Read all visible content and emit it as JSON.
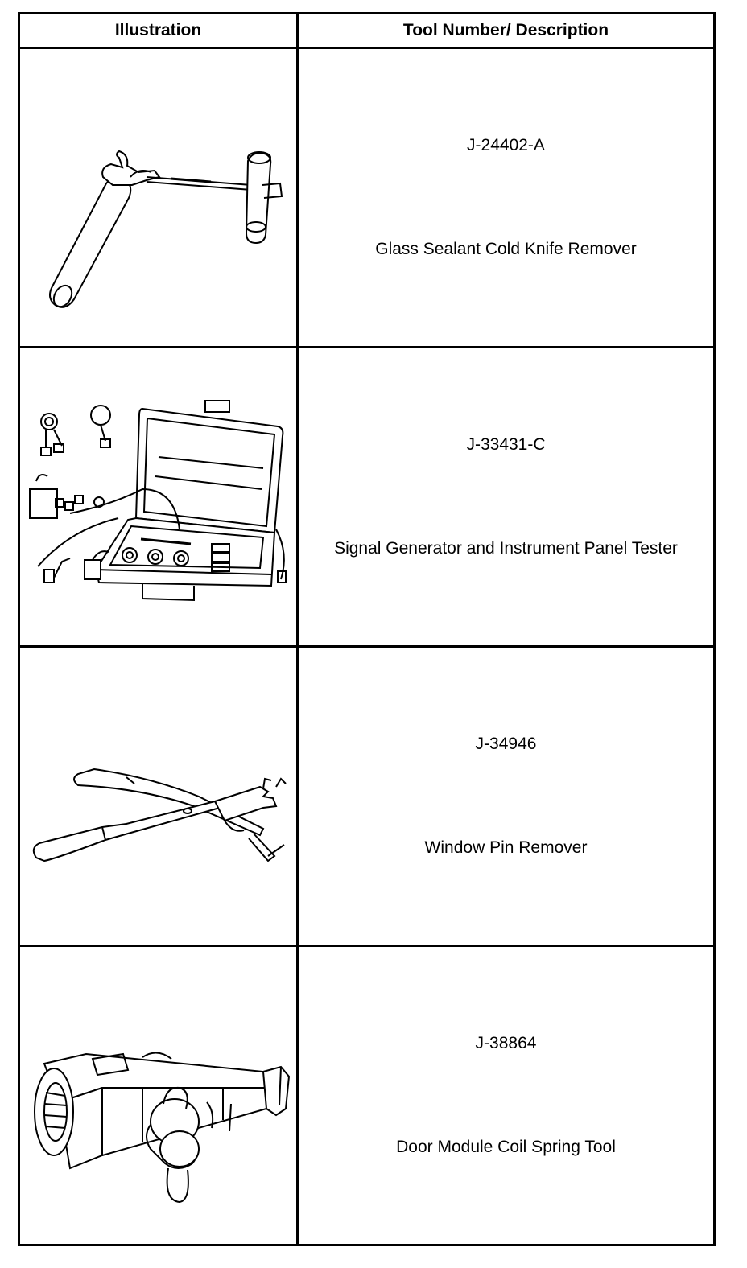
{
  "table": {
    "headers": {
      "illustration": "Illustration",
      "tool": "Tool Number/ Description"
    },
    "rows": [
      {
        "number": "J-24402-A",
        "description": "Glass Sealant Cold Knife Remover",
        "illustration_icon": "cold-knife-icon"
      },
      {
        "number": "J-33431-C",
        "description": "Signal Generator and Instrument Panel Tester",
        "illustration_icon": "signal-generator-case-icon"
      },
      {
        "number": "J-34946",
        "description": "Window Pin Remover",
        "illustration_icon": "pin-remover-icon"
      },
      {
        "number": "J-38864",
        "description": "Door Module Coil Spring Tool",
        "illustration_icon": "coil-spring-tool-icon"
      }
    ]
  }
}
